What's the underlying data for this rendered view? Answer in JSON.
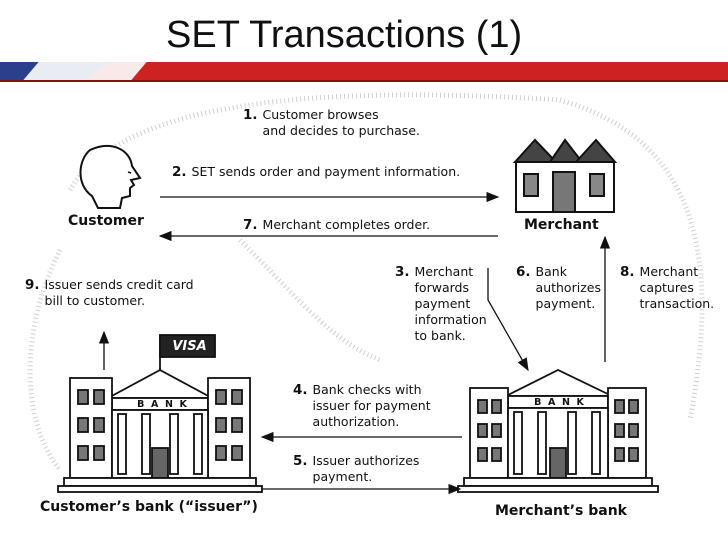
{
  "slide": {
    "title": "SET Transactions (1)"
  },
  "actors": {
    "customer": "Customer",
    "merchant": "Merchant",
    "customers_bank": "Customer’s bank (“issuer”)",
    "merchants_bank": "Merchant’s bank"
  },
  "bank_sign": "B  A  N  K",
  "card_brand": "VISA",
  "steps": [
    {
      "num": "1.",
      "text": "Customer browses\nand decides to purchase."
    },
    {
      "num": "2.",
      "text": "SET sends order and payment information."
    },
    {
      "num": "3.",
      "text": "Merchant\nforwards\npayment\ninformation\nto bank."
    },
    {
      "num": "4.",
      "text": "Bank checks with\nissuer for payment\nauthorization."
    },
    {
      "num": "5.",
      "text": "Issuer authorizes\npayment."
    },
    {
      "num": "6.",
      "text": "Bank\nauthorizes\npayment."
    },
    {
      "num": "7.",
      "text": "Merchant completes order."
    },
    {
      "num": "8.",
      "text": "Merchant\ncaptures\ntransaction."
    },
    {
      "num": "9.",
      "text": "Issuer sends credit card\nbill to customer."
    }
  ],
  "colors": {
    "banner_red": "#cc2222",
    "banner_blue": "#2b3f8c",
    "ink": "#111111"
  }
}
